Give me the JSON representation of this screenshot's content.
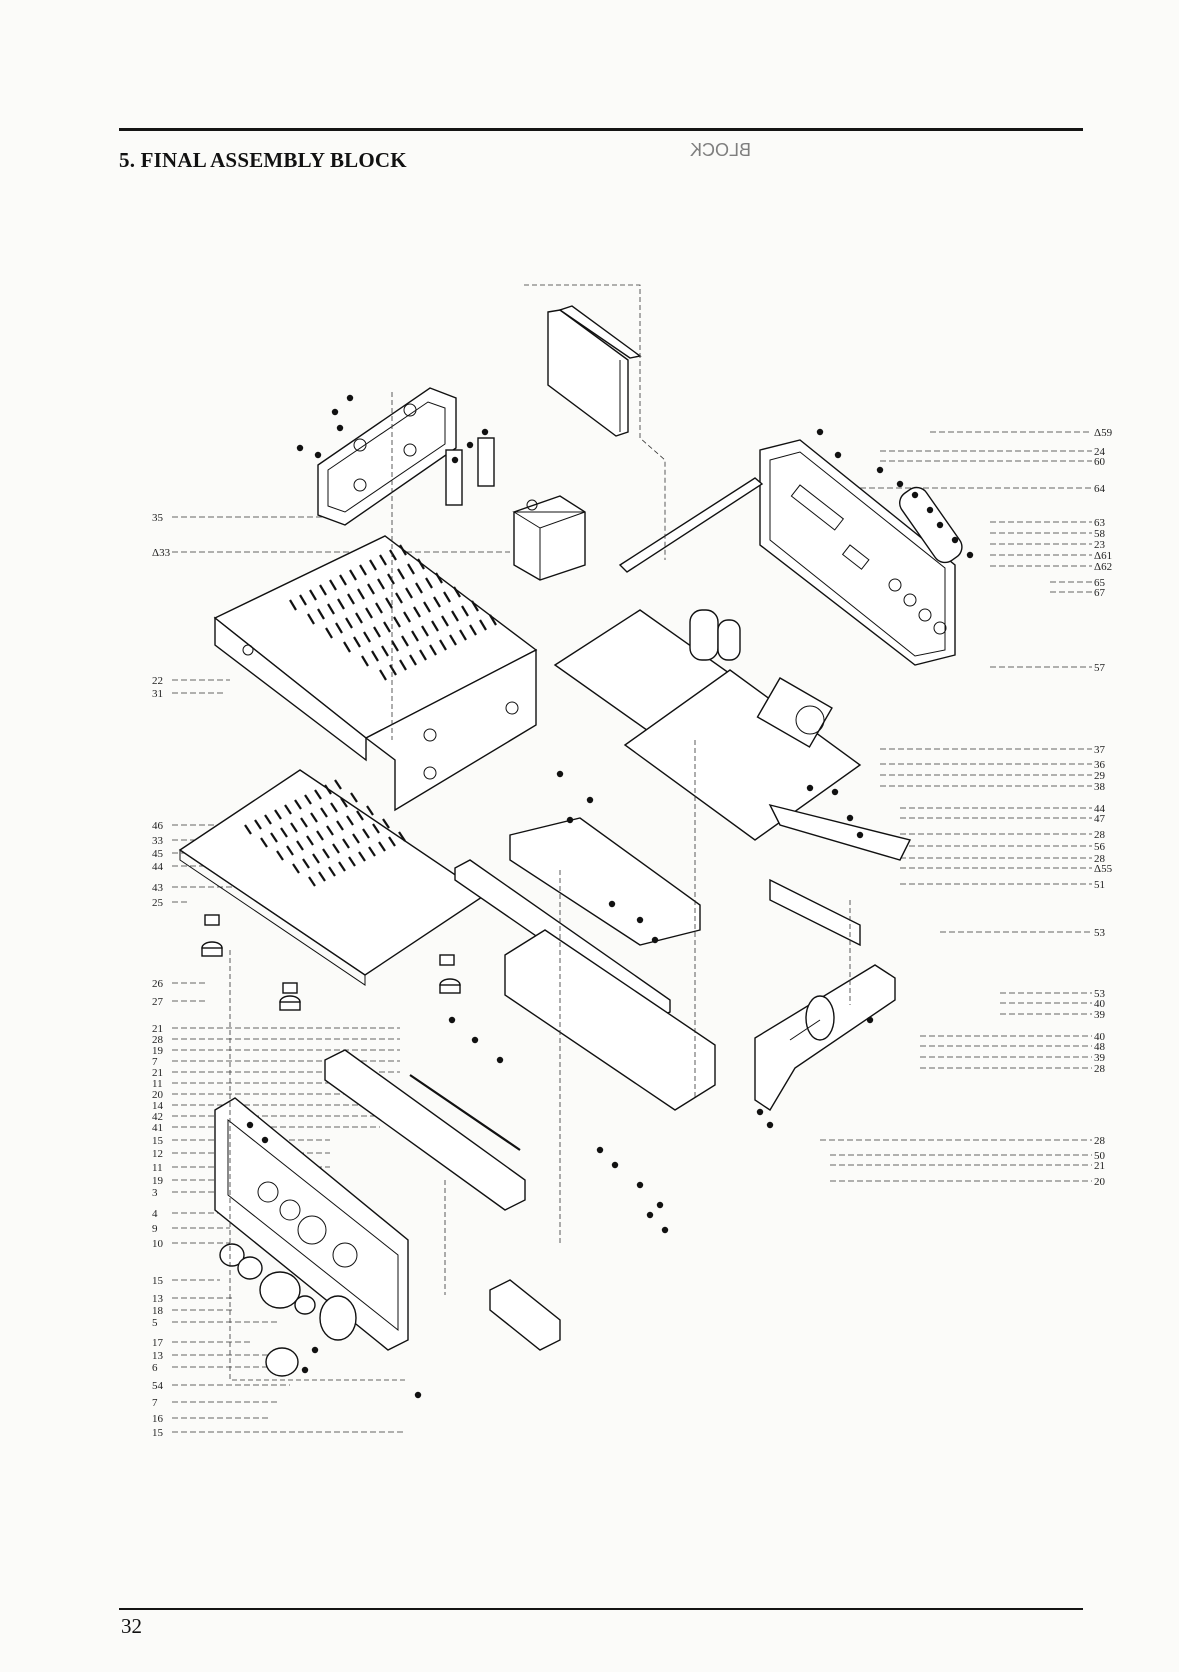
{
  "header": {
    "title": "5. FINAL ASSEMBLY BLOCK",
    "bleed_through": "BLOCK",
    "page_number": "32"
  },
  "diagram": {
    "left_callouts": [
      "35",
      "Δ33",
      "22",
      "31",
      "46",
      "33",
      "45",
      "44",
      "43",
      "25",
      "26",
      "27",
      "21",
      "28",
      "19",
      "7",
      "21",
      "11",
      "20",
      "14",
      "42",
      "41",
      "15",
      "12",
      "11",
      "19",
      "3",
      "4",
      "9",
      "10",
      "15",
      "13",
      "18",
      "5",
      "17",
      "13",
      "6",
      "54",
      "7",
      "16",
      "15"
    ],
    "right_callouts": [
      "Δ59",
      "24",
      "60",
      "64",
      "63",
      "58",
      "23",
      "Δ61",
      "Δ62",
      "65",
      "67",
      "57",
      "37",
      "36",
      "29",
      "38",
      "44",
      "47",
      "28",
      "56",
      "28",
      "Δ55",
      "51",
      "53",
      "53",
      "40",
      "39",
      "40",
      "48",
      "39",
      "28",
      "28",
      "50",
      "21",
      "20"
    ]
  }
}
